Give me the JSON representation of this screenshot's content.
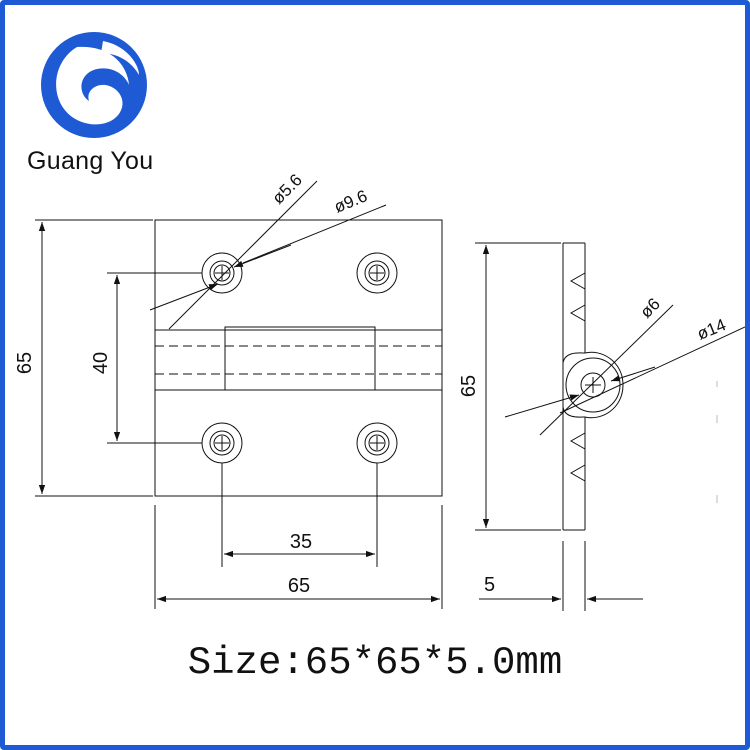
{
  "brand": {
    "name": "Guang You",
    "logo_color": "#1e5ad4",
    "frame_color": "#1e5ad4"
  },
  "drawing": {
    "front_view": {
      "height_dimension": "65",
      "width_dimension": "65",
      "hole_spacing_vertical": "40",
      "hole_spacing_horizontal": "35",
      "hole_diameter": "ø5.6",
      "countersink_diameter": "ø9.6"
    },
    "side_view": {
      "height_dimension": "65",
      "thickness_dimension": "5",
      "pin_diameter": "ø6",
      "knuckle_diameter": "ø14"
    }
  },
  "caption": "Size:65*65*5.0mm"
}
